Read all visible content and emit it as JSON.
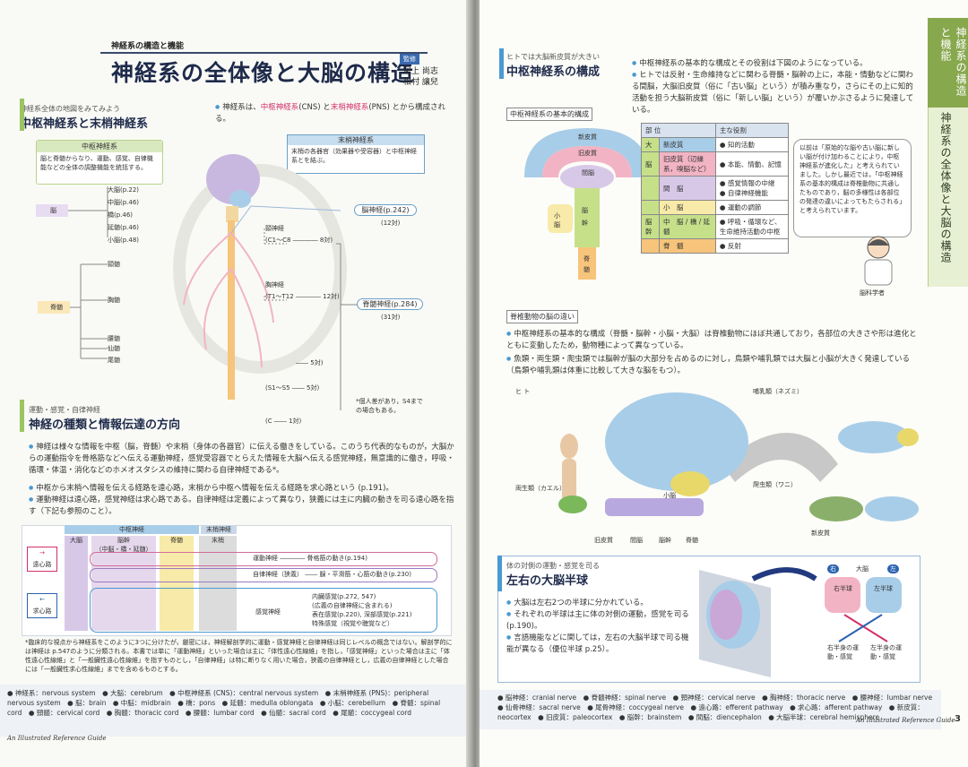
{
  "left": {
    "chapter": "神経系の構造と機能",
    "title": "神経系の全体像と大脳の構造",
    "supervisor_label": "監修",
    "authors": [
      "尾上 尚志",
      "松村 讓兒"
    ],
    "sec1_small": "神経系全体の地図をみてみよう",
    "sec1_title": "中枢神経系と末梢神経系",
    "cns_box_title": "中枢神経系",
    "cns_box_text": "脳と脊髄からなり、運動、感覚、自律機能などの全体の調整機能を統括する。",
    "intro_text_1": "神経系は、",
    "intro_cns": "中枢神経系",
    "intro_mid": "(CNS) と",
    "intro_pns": "末梢神経系",
    "intro_text_2": "(PNS) とから構成される。",
    "pns_box_title": "末梢神経系",
    "pns_box_text": "末梢の各器官（効果器や受容器）と中枢神経系とを結ぶ。",
    "brain_parts": [
      {
        "name": "大脳",
        "page": "(p.22)"
      },
      {
        "name": "中脳",
        "page": "(p.46)"
      },
      {
        "name": "橋",
        "page": "(p.46)"
      },
      {
        "name": "延髄",
        "page": "(p.46)"
      },
      {
        "name": "小脳",
        "page": "(p.48)"
      }
    ],
    "brain_label": "脳",
    "spinal_label": "脊髄",
    "spinal_parts": [
      "頸髄",
      "胸髄",
      "腰髄",
      "仙髄",
      "尾髄"
    ],
    "cranial_nerve": "脳神経",
    "cranial_page": "(p.242)",
    "cranial_count": "(12対)",
    "cervical_nerve": "頸神経",
    "cervical_range": "(C1～C8",
    "cervical_count": "8対)",
    "thoracic_nerve": "胸神経",
    "thoracic_range": "(T1～T12",
    "thoracic_count": "12対)",
    "spinal_nerve": "脊髄神経",
    "spinal_page": "(p.284)",
    "spinal_count": "(31対)",
    "lumbar_count": "5対)",
    "sacral_count": "5対)",
    "sacral_range": "(S1～S5",
    "coccygeal_range": "(C",
    "coccygeal_count": "1対)",
    "note_star": "*個人差があり，S4までの場合もある。",
    "sec2_small": "運動・感覚・自律神経",
    "sec2_title": "神経の種類と情報伝達の方向",
    "para1": "神経は様々な情報を中枢（脳，脊髄）や末梢（身体の各器官）に伝える働きをしている。このうち代表的なものが，大脳からの運動指令を骨格筋などへ伝える運動神経，感覚受容器でとらえた情報を大脳へ伝える感覚神経，無意識的に働き，呼吸・循環・体温・消化などのホメオスタシスの維持に関わる自律神経である*。",
    "para2": "中枢から末梢へ情報を伝える経路を遠心路，末梢から中枢へ情報を伝える経路を求心路という (p.191)。",
    "para3": "運動神経は遠心路，感覚神経は求心路である。自律神経は定義によって異なり，狭義には主に内臓の動きを司る遠心路を指す（下記も参照のこと）。",
    "diag": {
      "cns": "中枢神経",
      "pns": "末梢神経",
      "cerebrum": "大脳",
      "brainstem": "脳幹",
      "brainstem_sub": "（中脳・橋・延髄）",
      "spinal": "脊髄",
      "periph": "末梢",
      "efferent": "遠心路",
      "afferent": "求心路",
      "motor": "運動神経",
      "motor_target": "骨格筋の動き",
      "motor_page": "(p.194)",
      "auto": "自律神経（狭義）",
      "auto_target": "腺・平滑筋・心筋の動き",
      "auto_page": "(p.230)",
      "sensory": "感覚神経",
      "visceral": "内臓感覚",
      "visceral_page": "(p.272, 547)",
      "visceral_sub": "(広義の自律神経に含まれる)",
      "surface": "表在感覚",
      "surface_page": "(p.220)",
      "deep": "深部感覚",
      "deep_page": "(p.221)",
      "special": "特殊感覚（視覚や聴覚など）"
    },
    "note_bottom": "*臨床的な視点から神経系をこのように3つに分けたが，厳密には，神経解剖学的に運動・感覚神経と自律神経は同じレベルの概念ではない。解剖学的には神経は p.547のように分類される。本書では単に「運動神経」といった場合は主に「体性遠心性線維」を指し，「感覚神経」といった場合は主に「体性遠心性線維」と「一般臓性遠心性線維」を指すものとし，「自律神経」は特に断りなく用いた場合，狭義の自律神経とし，広義の自律神経とした場合には「一般臓性求心性線維」までを含めるものとする。",
    "footer": [
      "● 神経系：nervous system　● 大脳：cerebrum　● 中枢神経系 (CNS)：central nervous system　● 末梢神経系 (PNS)：peripheral nervous system　● 脳：brain　● 中脳：midbrain　● 橋：pons　● 延髄：medulla oblongata　● 小脳：cerebellum　● 脊髄：spinal cord　● 頸髄：cervical cord　● 胸髄：thoracic cord　● 腰髄：lumbar cord　● 仙髄：sacral cord　● 尾髄：coccygeal cord"
    ],
    "footer_brand": "An Illustrated Reference Guide"
  },
  "right": {
    "sec1_small": "ヒトでは大脳新皮質が大きい",
    "sec1_title": "中枢神経系の構成",
    "bul1": "中枢神経系の基本的な構成とその役割は下図のようになっている。",
    "bul2": "ヒトでは反射・生命維持などに関わる脊髄・脳幹の上に，本能・情動などに関わる間脳，大脳旧皮質（俗に「古い脳」という）が積み重なり，さらにその上に知的活動を担う大脳新皮質（俗に「新しい脳」という）が覆いかぶさるように発達している。",
    "basic_label": "中枢神経系の基本的構成",
    "fig_labels": {
      "neo": "新皮質",
      "old": "旧皮質",
      "dien": "間脳",
      "small": "小",
      "brain": "脳",
      "cere": "脳",
      "stem": "幹",
      "spinal": "脊",
      "spinal2": "髄"
    },
    "table_head": [
      "部 位",
      "主な役割"
    ],
    "table_rows": [
      {
        "group": "大",
        "part": "新皮質",
        "role": "● 知的活動"
      },
      {
        "group": "脳",
        "part": "旧皮質（辺縁系，嗅脳など）",
        "role": "● 本能、情動、記憶"
      },
      {
        "group": "",
        "part": "間　脳",
        "role": "● 感覚情報の中継　● 自律神経機能"
      },
      {
        "group": "",
        "part": "小　脳",
        "role": "● 運動の調節"
      },
      {
        "group": "脳幹",
        "part": "中　脳 / 橋 / 延　髄",
        "role": "● 呼吸・循環など、生命維持活動の中枢"
      },
      {
        "group": "",
        "part": "脊　髄",
        "role": "● 反射"
      }
    ],
    "speech": "以前は「原始的な脳や古い脳に新しい脳が付け加わることにより，中枢神経系が進化した」と考えられていました。しかし最近では，「中枢神経系の基本的構成は脊椎動物に共通したものであり，脳の多様性は各部位の発達の違いによってもたらされる」と考えられています。",
    "scientist": "脳科学者",
    "vert_label": "脊椎動物の脳の違い",
    "vbul1": "中枢神経系の基本的な構成（脊髄・脳幹・小脳・大脳）は脊椎動物にほぼ共通しており，各部位の大きさや形は進化とともに変動したため，動物種によって異なっている。",
    "vbul2": "魚類・両生類・爬虫類では脳幹が脳の大部分を占めるのに対し，鳥類や哺乳類では大脳と小脳が大きく発達している（鳥類や哺乳類は体重に比較して大きな脳をもつ）。",
    "animals": {
      "human": "ヒ ト",
      "mammal": "哺乳類（ネズミ）",
      "amphibian": "両生類（カエル）",
      "reptile": "爬虫類（ワニ）",
      "cerebellum": "小脳",
      "oldcortex": "旧皮質",
      "dien": "間脳",
      "stem": "脳幹",
      "spinal": "脊髄",
      "neo": "新皮質"
    },
    "sec3_small": "体の対側の運動・感覚を司る",
    "sec3_title": "左右の大脳半球",
    "hbul1": "大脳は左右2つの半球に分かれている。",
    "hbul2": "それぞれの半球は主に体の対側の運動，感覚を司る (p.190)。",
    "hbul3": "言語機能などに関しては，左右の大脳半球で司る機能が異なる（優位半球 p.25）。",
    "hemi": {
      "right": "右",
      "left": "左",
      "cere": "大脳",
      "rh": "右半球",
      "lh": "左半球",
      "rb": "右半身の運動・感覚",
      "lb": "左半身の運動・感覚"
    },
    "footer": "● 脳神経：cranial nerve　● 脊髄神経：spinal nerve　● 頸神経：cervical nerve　● 胸神経：thoracic nerve　● 腰神経：lumbar nerve　● 仙骨神経：sacral nerve　● 尾骨神経：coccygeal nerve　● 遠心路：efferent pathway　● 求心路：afferent pathway　● 新皮質：neocortex　● 旧皮質：paleocortex　● 脳幹：brainstem　● 間脳：diencephalon　● 大脳半球：cerebral hemisphere",
    "footer_brand": "An Illustrated Reference Guide",
    "page_no": "3",
    "tab_top": "神経系の構造と機能",
    "tab_bottom": "神経系の全体像と大脳の構造"
  }
}
